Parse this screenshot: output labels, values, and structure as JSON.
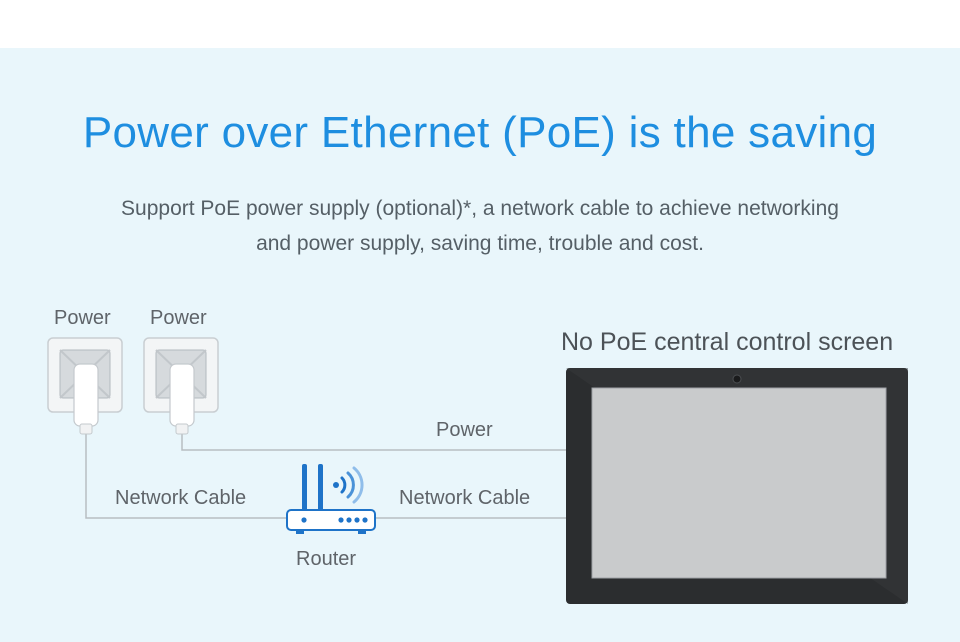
{
  "header": {
    "title": "Power over Ethernet (PoE) is the saving",
    "subtitle_line1": "Support PoE power supply (optional)*, a network cable to achieve networking",
    "subtitle_line2": "and power supply, saving time, trouble and cost."
  },
  "diagram": {
    "outlet_1_label": "Power",
    "outlet_2_label": "Power",
    "screen_label": "No PoE central control screen",
    "power_cable_label": "Power",
    "network_cable_left_label": "Network Cable",
    "network_cable_right_label": "Network Cable",
    "router_label": "Router"
  },
  "colors": {
    "headline": "#1e8ee0",
    "background": "#e9f6fb",
    "router_blue": "#1e73c8",
    "screen_bezel": "#2b2d2f",
    "screen_display": "#c9cbcc"
  }
}
